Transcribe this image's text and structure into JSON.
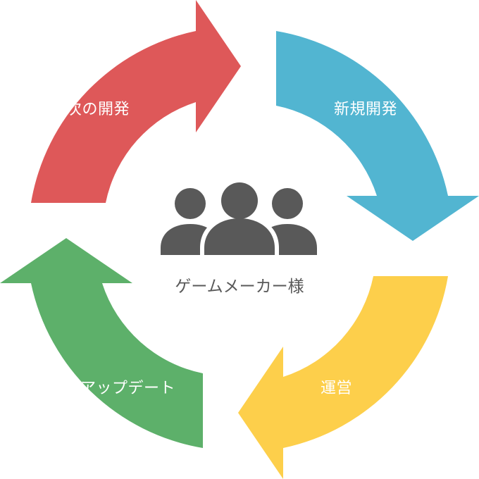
{
  "center": {
    "icon": "users-group-icon",
    "title": "ゲームメーカー様"
  },
  "arrows": [
    {
      "label": "次の開発",
      "color": "#DE5859"
    },
    {
      "label": "新規開発",
      "color": "#52B5D1"
    },
    {
      "label": "運営",
      "color": "#FDCF4B"
    },
    {
      "label": "アップデート",
      "color": "#5DB06A"
    }
  ],
  "colors": {
    "icon": "#595959"
  }
}
